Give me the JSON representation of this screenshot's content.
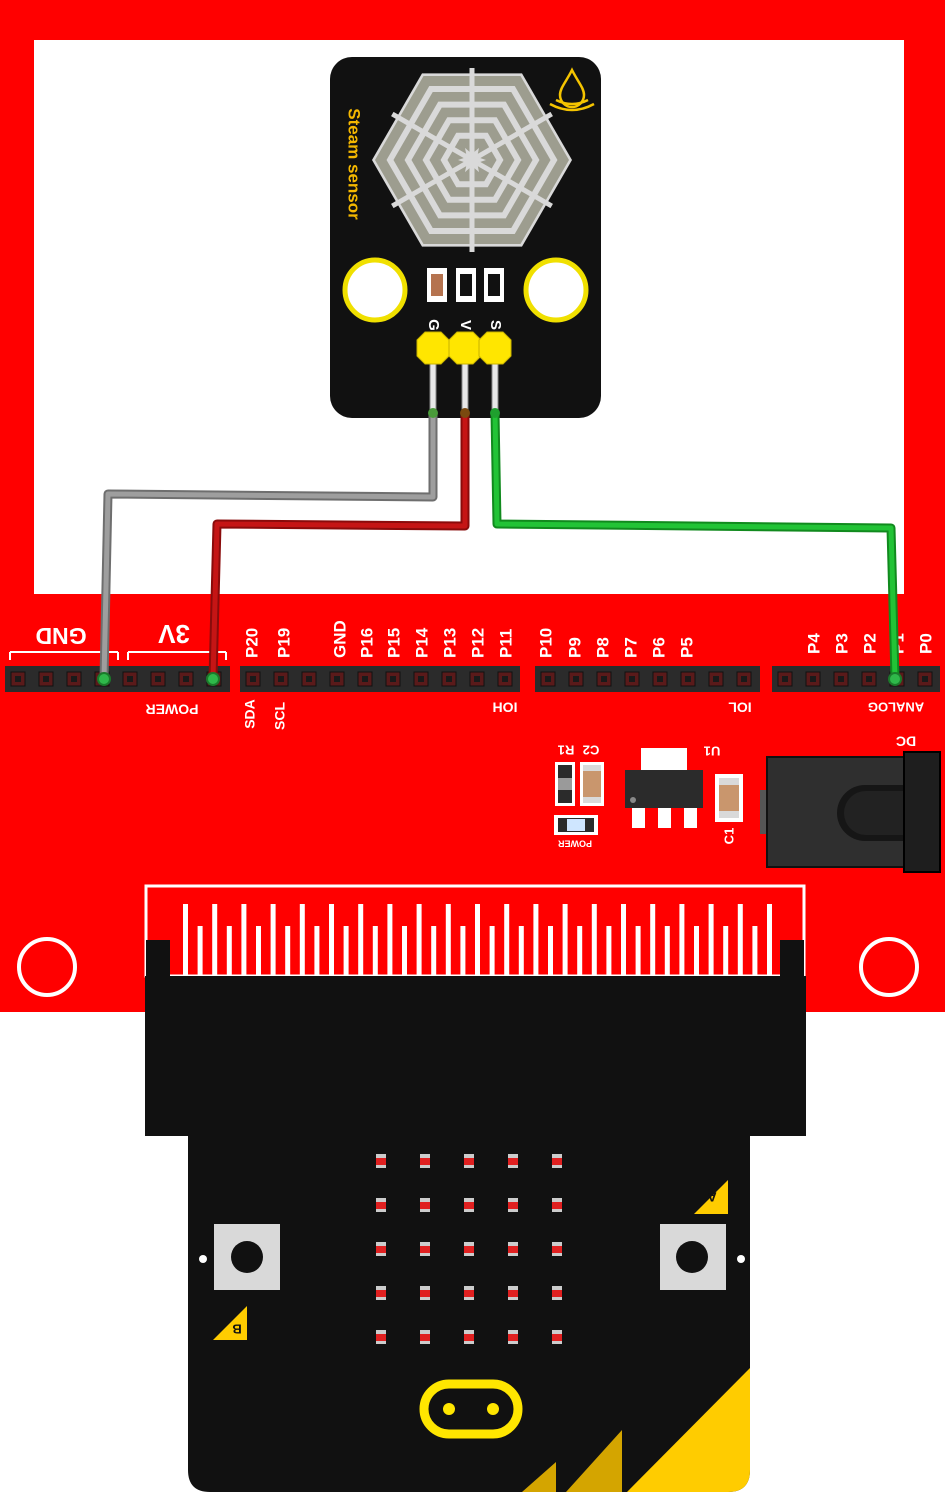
{
  "sensor": {
    "name": "Steam sensor",
    "pins": [
      "G",
      "V",
      "S"
    ]
  },
  "shield": {
    "power_left_label": "GND",
    "power_right_label": "3V",
    "power_group_label": "POWER",
    "ioh_top_labels": [
      "P20",
      "P19",
      "GND",
      "P16",
      "P15",
      "P14",
      "P13",
      "P12",
      "P11"
    ],
    "ioh_bottom_labels": [
      "SDA",
      "SCL"
    ],
    "ioh_group_label": "IOH",
    "iol_top_labels": [
      "P10",
      "P9",
      "P8",
      "P7",
      "P6",
      "P5"
    ],
    "iol_group_label": "IOL",
    "analog_top_labels": [
      "P4",
      "P3",
      "P2",
      "P1",
      "P0"
    ],
    "analog_group_label": "ANALOG",
    "dc_label": "DC",
    "component_labels": {
      "c2": "C2",
      "r1": "R1",
      "u1": "U1",
      "c1": "C1",
      "power_led": "POWER"
    }
  },
  "microbit": {
    "button_a": "A",
    "button_b": "B"
  },
  "colors": {
    "board_red": "#ff0000",
    "wire_gnd": "#8c8c8c",
    "wire_vcc": "#b40f0f",
    "wire_signal": "#1db52e",
    "pin_yellow": "#ffe600",
    "microbit_yellow": "#ffcc00"
  }
}
